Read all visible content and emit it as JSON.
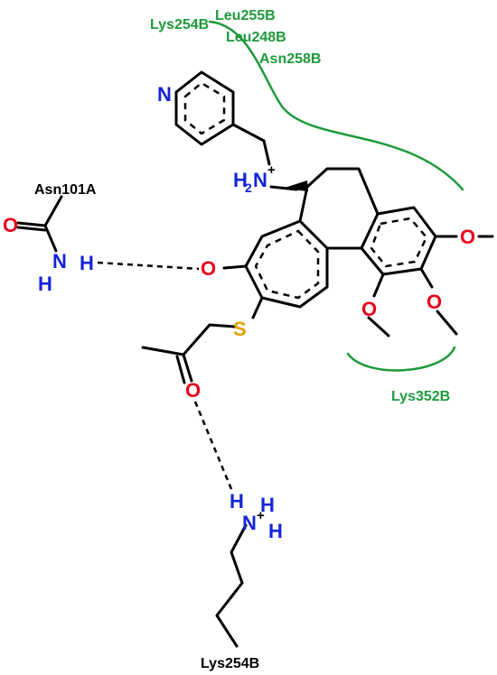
{
  "colors": {
    "hydrophobic": "#1e9a3c",
    "oxygen": "#e8001c",
    "nitrogen": "#1424d8",
    "sulfur": "#e0a000",
    "bond": "#000000"
  },
  "residues": {
    "hydrophobic_top": [
      "Lys254B",
      "Leu255B",
      "Leu248B",
      "Asn258B"
    ],
    "hydrophobic_bottom": "Lys352B",
    "hbond_donor_left": "Asn101A",
    "hbond_donor_bottom": "Lys254B"
  },
  "atoms": {
    "pyridine_n": "N",
    "amine_n": "N",
    "amine_h2": "H",
    "amine_sub2": "2",
    "amine_plus": "+",
    "ketone_o": "O",
    "sulfur": "S",
    "acetyl_o": "O",
    "methoxy_o1": "O",
    "methoxy_o2": "O",
    "methoxy_o3": "O",
    "asn_o": "O",
    "asn_n": "N",
    "asn_h1": "H",
    "asn_h2": "H",
    "lys_n": "N",
    "lys_plus": "+",
    "lys_h1": "H",
    "lys_h2": "H",
    "lys_h3": "H"
  }
}
